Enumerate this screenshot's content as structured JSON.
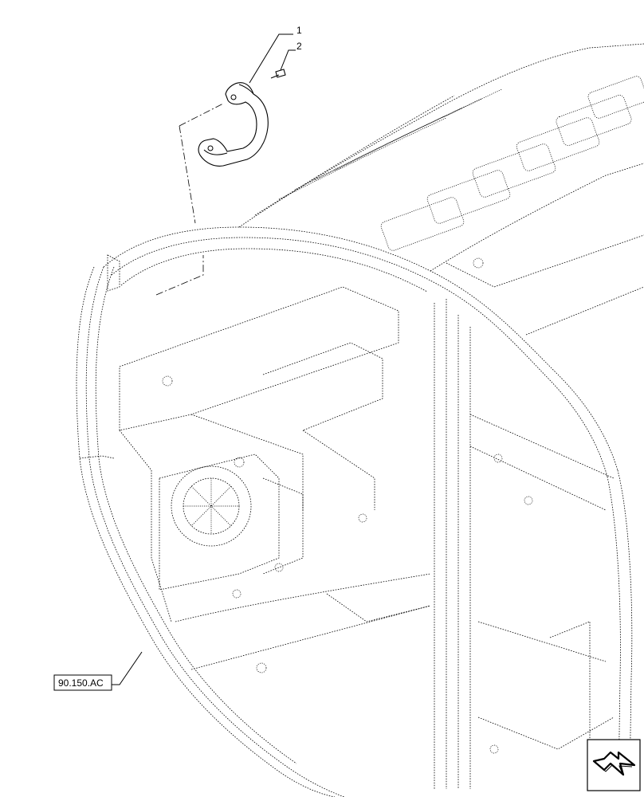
{
  "callouts": [
    {
      "number": "1",
      "part": "grab-handle"
    },
    {
      "number": "2",
      "part": "bolt"
    }
  ],
  "reference_label": "90.150.AC",
  "nav_icon": "next-page-arrow-icon"
}
